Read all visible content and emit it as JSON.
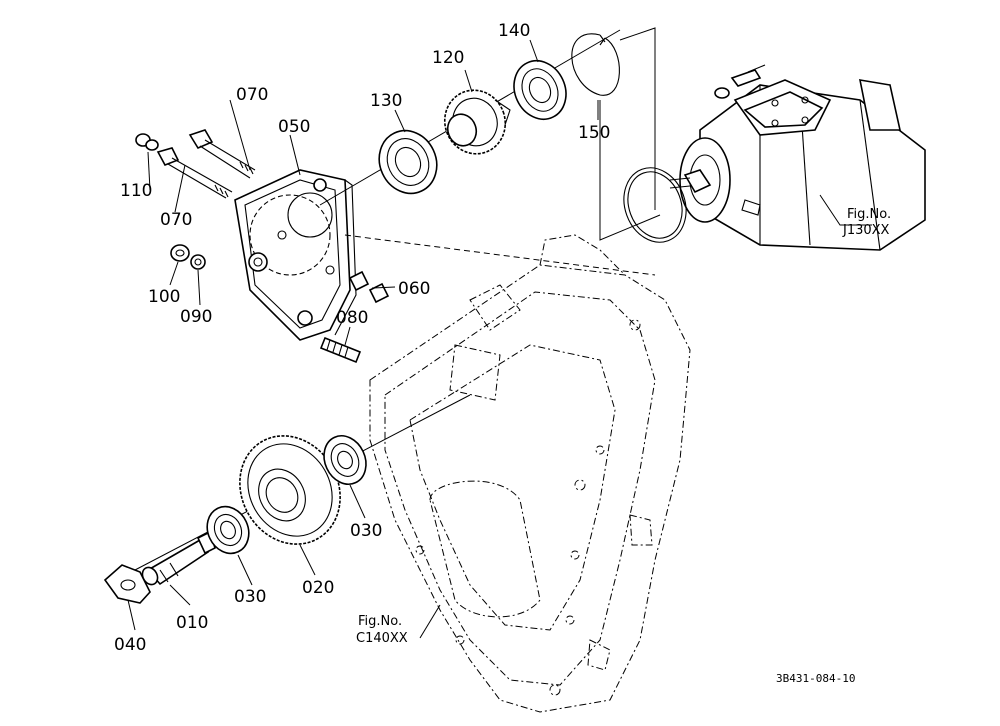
{
  "part_labels": {
    "p010": "010",
    "p020": "020",
    "p030a": "030",
    "p030b": "030",
    "p040": "040",
    "p050": "050",
    "p060": "060",
    "p070a": "070",
    "p070b": "070",
    "p080": "080",
    "p090": "090",
    "p100": "100",
    "p110": "110",
    "p120": "120",
    "p130": "130",
    "p140": "140",
    "p150": "150"
  },
  "figure_refs": {
    "pump": {
      "label": "Fig.No.",
      "number": "J130XX"
    },
    "case": {
      "label": "Fig.No.",
      "number": "C140XX"
    }
  },
  "drawing_code": "3B431-084-10"
}
